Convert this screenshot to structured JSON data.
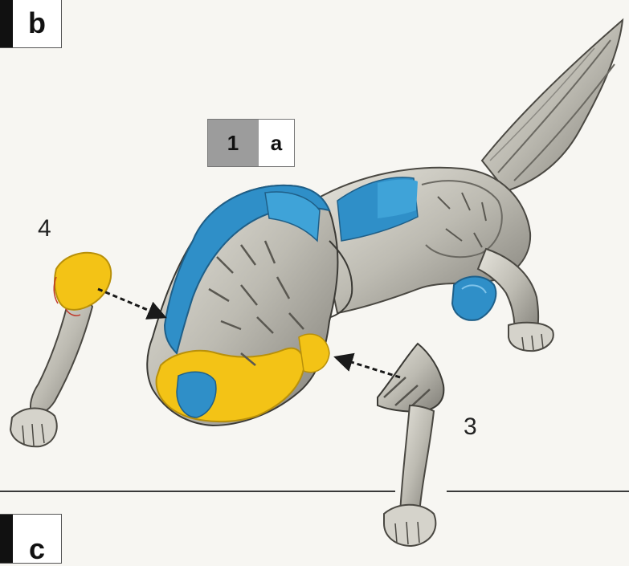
{
  "panel_labels": {
    "top": "b",
    "bottom": "c"
  },
  "step_badge": {
    "number": "1",
    "letter": "a"
  },
  "callouts": {
    "left_part": "4",
    "right_part": "3"
  },
  "colors": {
    "background": "#f7f6f2",
    "body_grey": "#c9c7bf",
    "shadow_grey": "#6f6d66",
    "highlight_blue": "#2f8fc8",
    "highlight_yellow": "#f3c316",
    "divider": "#3a3a3a"
  }
}
